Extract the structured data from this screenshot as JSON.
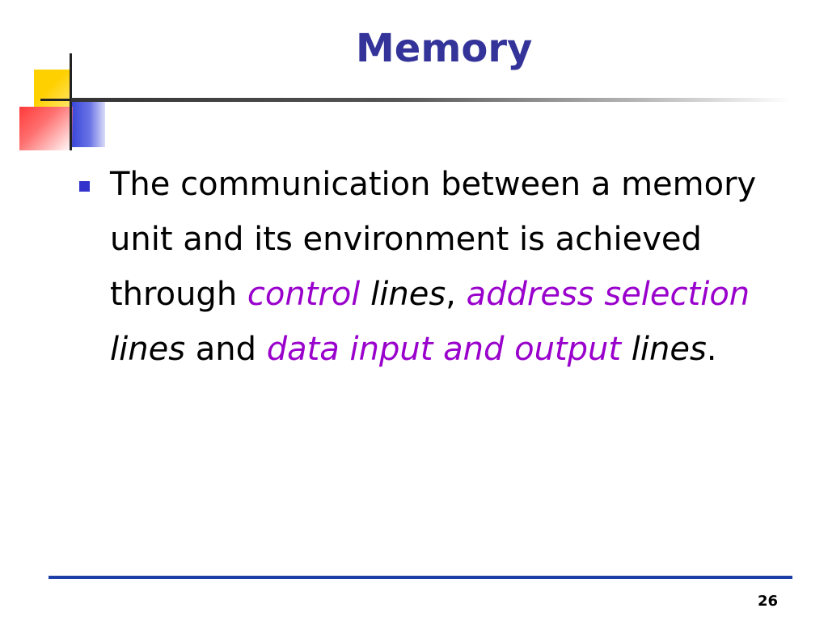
{
  "slide": {
    "title": "Memory",
    "bullet": {
      "parts": [
        {
          "text": "The communication between a memory unit and its environment is achieved through "
        },
        {
          "text": "control"
        },
        {
          "text": " "
        },
        {
          "text": "lines"
        },
        {
          "text": ", "
        },
        {
          "text": "address selection"
        },
        {
          "text": " "
        },
        {
          "text": "lines"
        },
        {
          "text": " and "
        },
        {
          "text": "data input and output"
        },
        {
          "text": " "
        },
        {
          "text": "lines"
        },
        {
          "text": "."
        }
      ]
    },
    "page_number": "26",
    "colors": {
      "title": "#333399",
      "bullet_marker": "#3333cc",
      "highlight": "#9900cc",
      "footer_rule": "#1f3fa8"
    }
  }
}
